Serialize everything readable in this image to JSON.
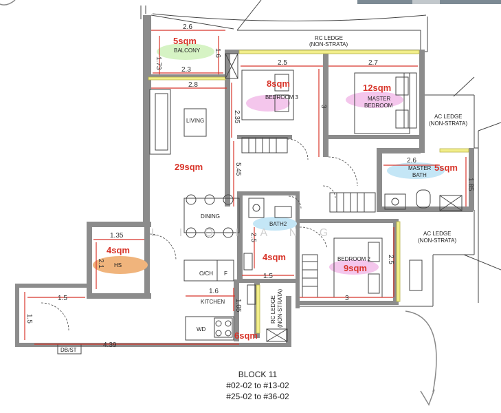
{
  "rooms": {
    "balcony": {
      "label": "BALCONY",
      "area": "5sqm"
    },
    "rc_ledge_top": {
      "label": "RC LEDGE",
      "sub": "(NON-STRATA)"
    },
    "bedroom3": {
      "label": "BEDROOM 3",
      "area": "8sqm"
    },
    "master_bedroom": {
      "label1": "MASTER",
      "label2": "BEDROOM",
      "area": "12sqm"
    },
    "ac_ledge_top": {
      "label": "AC LEDGE",
      "sub": "(NON-STRATA)"
    },
    "living": {
      "label": "LIVING",
      "area": "29sqm"
    },
    "master_bath": {
      "label1": "MASTER",
      "label2": "BATH",
      "area": "5sqm"
    },
    "dining": {
      "label": "DINING"
    },
    "bath2": {
      "label": "BATH2"
    },
    "hs": {
      "label": "HS",
      "area": "4sqm"
    },
    "bath2_area": {
      "area": "4sqm"
    },
    "bedroom2": {
      "label": "BEDROOM 2",
      "area": "9sqm"
    },
    "ac_ledge_right": {
      "label": "AC LEDGE",
      "sub": "(NON-STRATA)"
    },
    "kitchen": {
      "label": "KITCHEN",
      "area": "6sqm"
    },
    "och": {
      "label": "O/CH"
    },
    "fridge": {
      "label": "F"
    },
    "wd": {
      "label": "WD"
    },
    "db_st": {
      "label": "DB/ST"
    },
    "rc_ledge_side": {
      "label": "RC LEDGE",
      "sub": "(NON-STRATA)"
    }
  },
  "dims": {
    "d_2_6_top": "2.6",
    "d_1_73": "1.73",
    "d_1_6": "1.6",
    "d_2_3": "2.3",
    "d_2_5_top": "2.5",
    "d_2_7": "2.7",
    "d_2_8": "2.8",
    "d_2_35": "2.35",
    "d_3_vert": "3",
    "d_2_6_bath": "2.6",
    "d_1_85": "1.85",
    "d_5_45": "5.45",
    "d_1_35": "1.35",
    "d_2_1": "2.1",
    "d_2_5_bath2": "2.5",
    "d_1_5_bath2": "1.5",
    "d_2_5_bed2": "2.5",
    "d_3_bed2": "3",
    "d_1_6_kitchen": "1.6",
    "d_1_05": "1.05",
    "d_1_5_entry": "1.5",
    "d_1_5_vert": "1.5",
    "d_4_39": "4.39"
  },
  "footer": {
    "block": "BLOCK 11",
    "units1": "#02-02 to #13-02",
    "units2": "#25-02 to #36-02"
  },
  "watermark": "L I  Q I A N G",
  "colors": {
    "wall": "#8c8c8c",
    "wall_dark": "#6e6e6e",
    "dim_red": "#d8352a",
    "ledge_yellow": "#f2ee8a",
    "balcony_green": "#d6f3c4",
    "bedroom_pink": "#f4c6ec",
    "bath_blue": "#c4e6f6",
    "hs_orange": "#f0b47c",
    "sketch": "#888888"
  }
}
